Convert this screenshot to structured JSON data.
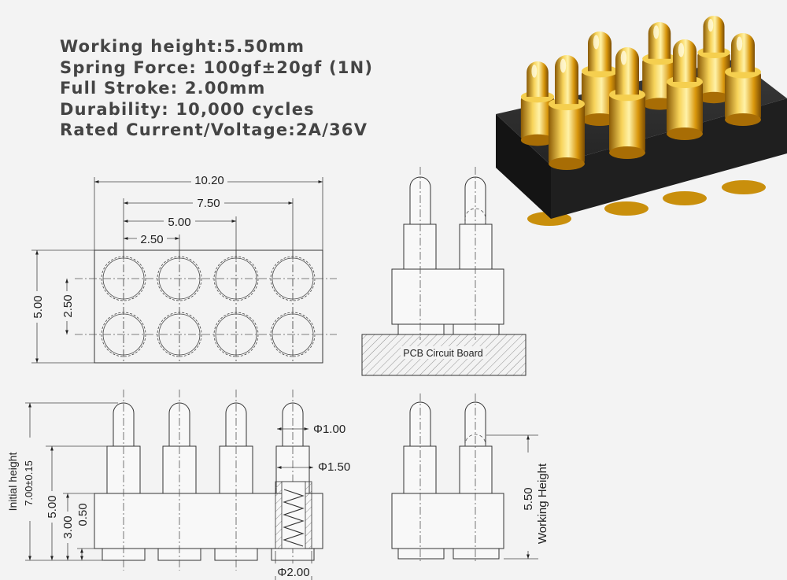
{
  "specs": {
    "working_height": "Working height:5.50mm",
    "spring_force": "Spring Force: 100gf±20gf (1N)",
    "full_stroke": "Full Stroke: 2.00mm",
    "durability": "Durability: 10,000 cycles",
    "rated": "Rated Current/Voltage:2A/36V"
  },
  "top_view": {
    "dim_overall": "10.20",
    "dim_outer_pitch": "7.50",
    "dim_mid_pitch": "5.00",
    "dim_pitch": "2.50",
    "dim_height": "5.00",
    "dim_row_pitch": "2.50"
  },
  "side_view_pcb": {
    "pcb_label": "PCB Circuit Board"
  },
  "front_view": {
    "initial_height_label": "Initial height",
    "initial_height_value": "7.00±0.15",
    "dim_5": "5.00",
    "dim_3": "3.00",
    "dim_050": "0.50",
    "dia_tip": "Φ1.00",
    "dia_barrel": "Φ1.50",
    "dia_base": "Φ2.00"
  },
  "working_view": {
    "dim_value": "5.50",
    "dim_label": "Working Height"
  },
  "colors": {
    "gold": "#e6a912",
    "housing": "#1e1e1e",
    "background": "#f3f3f3"
  }
}
